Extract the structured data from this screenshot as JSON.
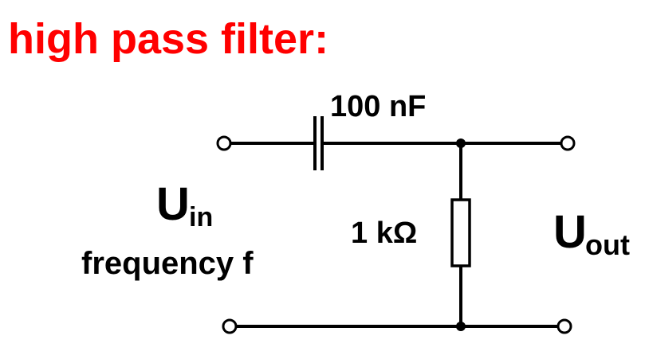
{
  "title": "high pass filter:",
  "capacitor_label": "100 nF",
  "resistor_label": "1 kΩ",
  "input": {
    "symbol": "U",
    "subscript": "in",
    "caption": "frequency f"
  },
  "output": {
    "symbol": "U",
    "subscript": "out"
  },
  "colors": {
    "title": "#ff0000",
    "wire": "#000000",
    "background": "#ffffff"
  }
}
